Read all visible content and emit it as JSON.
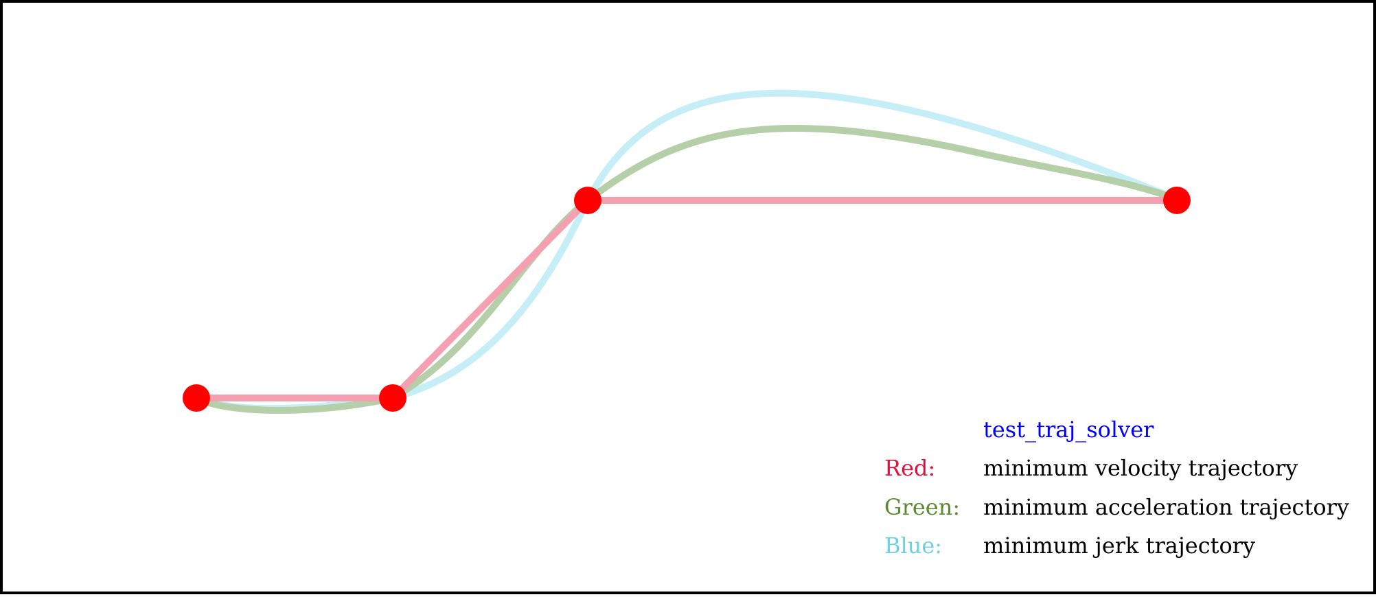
{
  "legend": {
    "title": "test_traj_solver",
    "title_color": "#0000ff",
    "rows": [
      {
        "key": "Red:",
        "label": "minimum velocity trajectory",
        "color": "#e0103c"
      },
      {
        "key": "Green:",
        "label": "minimum acceleration trajectory",
        "color": "#5a8a32"
      },
      {
        "key": "Blue:",
        "label": "minimum jerk trajectory",
        "color": "#6ed0e0"
      }
    ]
  },
  "colors": {
    "waypoint": "#ff0000",
    "min_velocity": "#f5a0b0",
    "min_acceleration": "#b5cfa8",
    "min_jerk": "#c6eef6",
    "frame": "#000000"
  }
}
